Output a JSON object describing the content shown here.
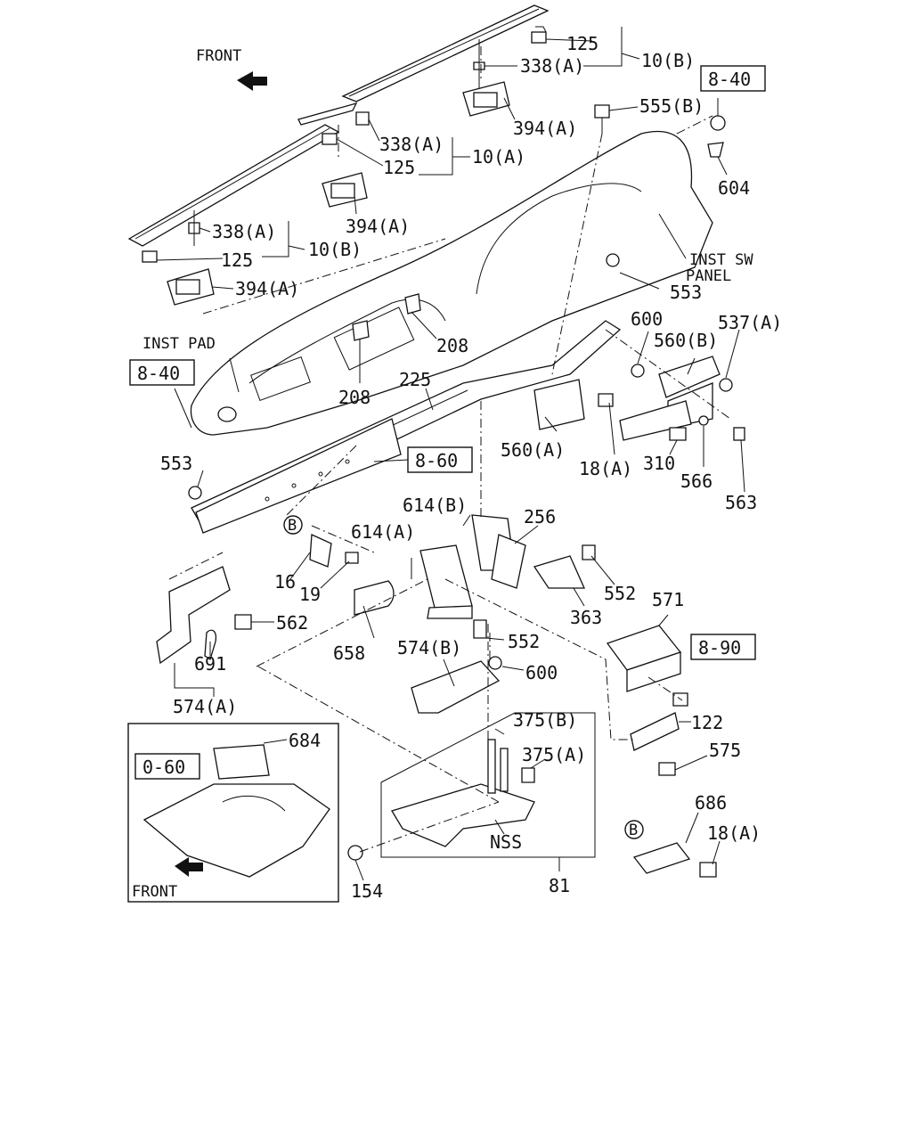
{
  "diagram": {
    "front_label_top": "FRONT",
    "front_label_inset": "FRONT",
    "inst_pad_label": "INST PAD",
    "inst_sw_panel_label": [
      "INST SW",
      "PANEL"
    ],
    "nss_label": "NSS",
    "reference_boxes": [
      "8-40",
      "8-40",
      "8-60",
      "8-90",
      "0-60"
    ],
    "callout_markers": [
      "B",
      "B"
    ],
    "part_labels": {
      "p125_top": "125",
      "p338a_top": "338(A)",
      "p10b_top": "10(B)",
      "p394a_top": "394(A)",
      "p555b": "555(B)",
      "p338a_mid": "338(A)",
      "p125_mid": "125",
      "p10a": "10(A)",
      "p394a_mid": "394(A)",
      "p604": "604",
      "p338a_low": "338(A)",
      "p125_low": "125",
      "p10b_low": "10(B)",
      "p394a_low": "394(A)",
      "p553_top": "553",
      "p600_top": "600",
      "p537a": "537(A)",
      "p560b": "560(B)",
      "p208_a": "208",
      "p208_b": "208",
      "p225": "225",
      "p560a": "560(A)",
      "p18a_mid": "18(A)",
      "p310": "310",
      "p566": "566",
      "p563": "563",
      "p553_left": "553",
      "p614b": "614(B)",
      "p256": "256",
      "p614a": "614(A)",
      "p16": "16",
      "p19": "19",
      "p552_right": "552",
      "p363": "363",
      "p571": "571",
      "p562": "562",
      "p691": "691",
      "p658": "658",
      "p574b": "574(B)",
      "p552_mid": "552",
      "p600_mid": "600",
      "p574a": "574(A)",
      "p122": "122",
      "p575": "575",
      "p684": "684",
      "p375b": "375(B)",
      "p375a": "375(A)",
      "p686": "686",
      "p18a_low": "18(A)",
      "p154": "154",
      "p81": "81"
    }
  }
}
